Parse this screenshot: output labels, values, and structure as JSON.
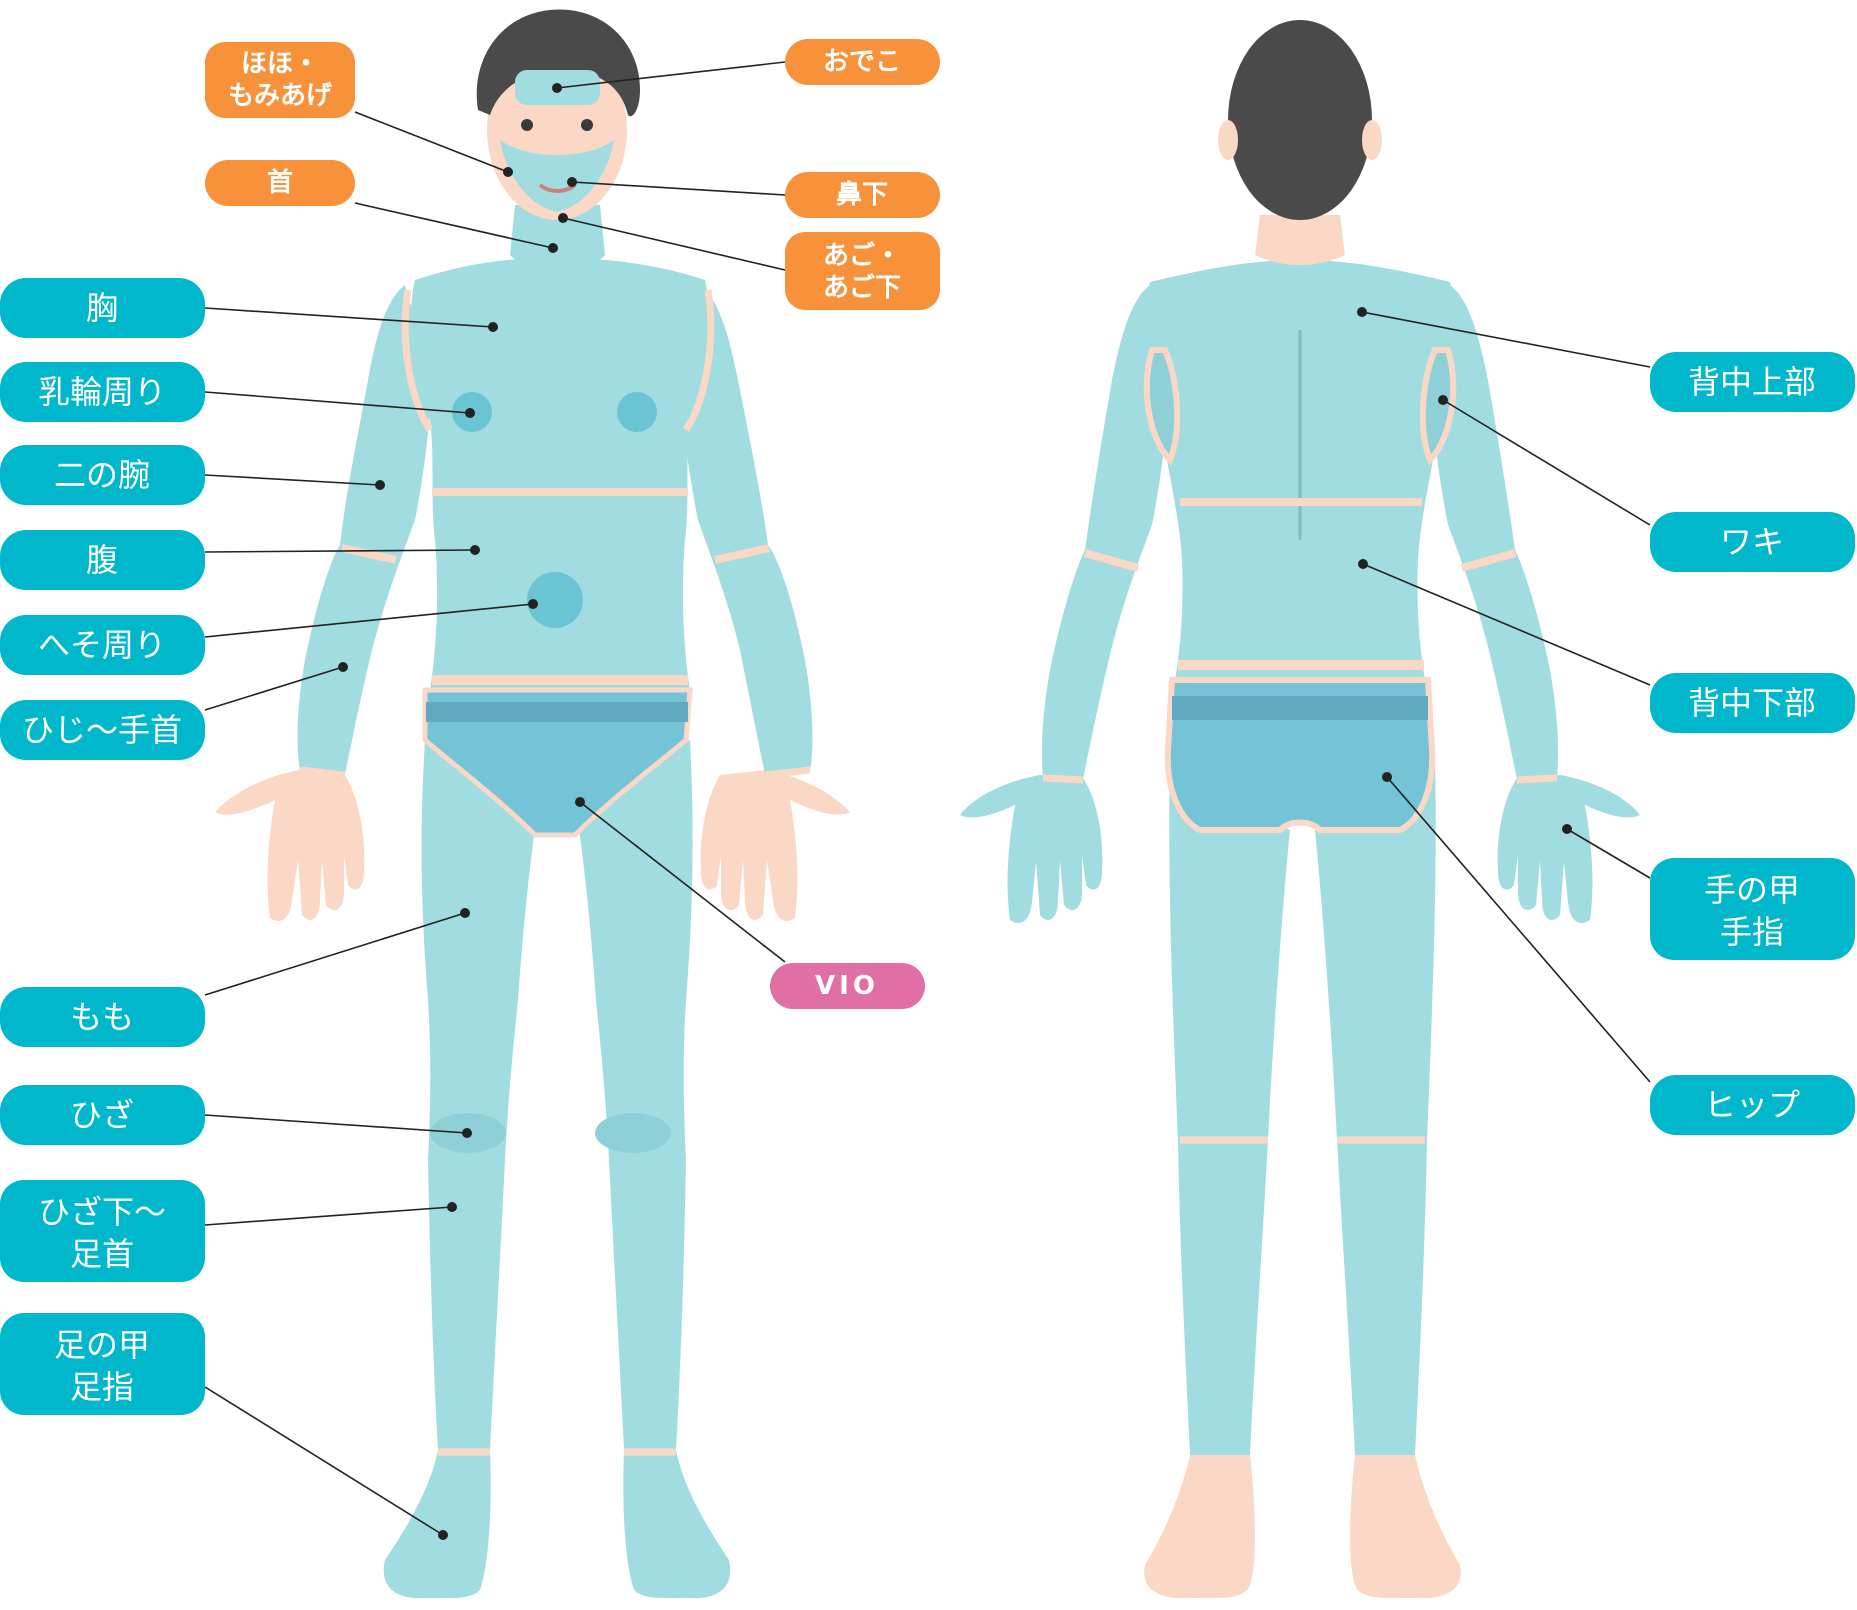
{
  "colors": {
    "teal": "#00b7cc",
    "orange": "#f7923a",
    "pink": "#e06fa4",
    "body_zone": "#a1dde0",
    "skin": "#fad8c5",
    "hair": "#4a4a4a",
    "brief": "#75c3d6",
    "nipple": "#6bc4d4"
  },
  "front_labels": {
    "cheek": [
      "ほほ・",
      "もみあげ"
    ],
    "neck": [
      "首"
    ],
    "forehead": [
      "おでこ"
    ],
    "under_nose": [
      "鼻下"
    ],
    "chin": [
      "あご・",
      "あご下"
    ],
    "chest": [
      "胸"
    ],
    "areola": [
      "乳輪周り"
    ],
    "upper_arm": [
      "二の腕"
    ],
    "belly": [
      "腹"
    ],
    "navel": [
      "へそ周り"
    ],
    "forearm": [
      "ひじ～手首"
    ],
    "vio": [
      "VIO"
    ],
    "thigh": [
      "もも"
    ],
    "knee": [
      "ひざ"
    ],
    "shin": [
      "ひざ下～",
      "足首"
    ],
    "foot": [
      "足の甲",
      "足指"
    ]
  },
  "back_labels": {
    "upper_back": [
      "背中上部"
    ],
    "armpit": [
      "ワキ"
    ],
    "lower_back": [
      "背中下部"
    ],
    "hand": [
      "手の甲",
      "手指"
    ],
    "hip": [
      "ヒップ"
    ]
  }
}
